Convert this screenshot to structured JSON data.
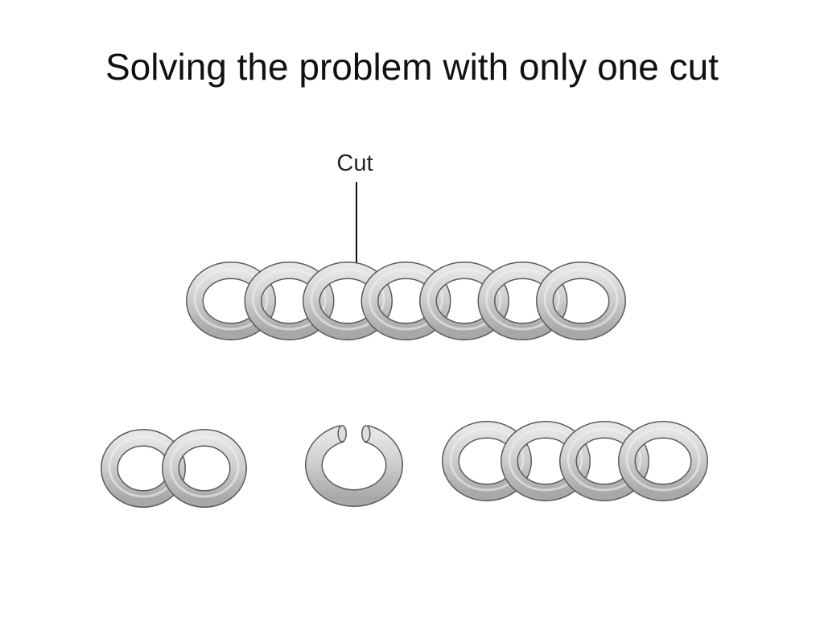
{
  "slide": {
    "title": "Solving the problem with only one cut"
  },
  "diagram": {
    "cut_label": "Cut",
    "chain_full_links": 7,
    "pieces": [
      {
        "name": "left-pair",
        "links": 2
      },
      {
        "name": "cut-link",
        "links": 1,
        "opened": true
      },
      {
        "name": "right-group",
        "links": 4
      }
    ],
    "colors": {
      "link_fill": "#c8c8c8",
      "link_stroke": "#5a5a5a",
      "pointer": "#111111"
    }
  }
}
